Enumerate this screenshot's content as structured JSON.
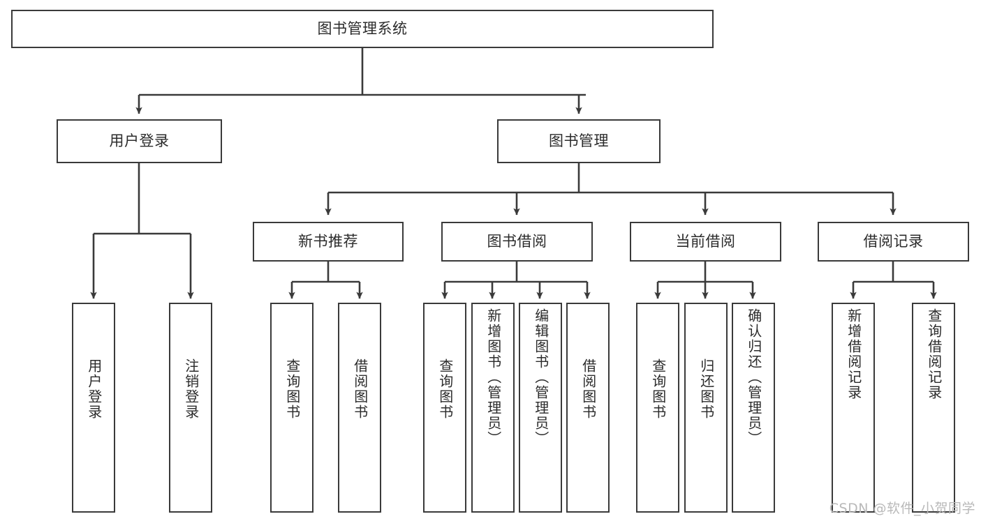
{
  "diagram": {
    "title": "图书管理系统",
    "type": "tree",
    "root": {
      "id": "root",
      "label": "图书管理系统"
    },
    "level1": [
      {
        "id": "user-login",
        "label": "用户登录"
      },
      {
        "id": "book-manage",
        "label": "图书管理"
      }
    ],
    "level2": [
      {
        "id": "new-book-rec",
        "label": "新书推荐",
        "parent": "book-manage"
      },
      {
        "id": "book-borrow",
        "label": "图书借阅",
        "parent": "book-manage"
      },
      {
        "id": "current-borrow",
        "label": "当前借阅",
        "parent": "book-manage"
      },
      {
        "id": "borrow-record",
        "label": "借阅记录",
        "parent": "book-manage"
      }
    ],
    "leaves": [
      {
        "id": "leaf-user-login",
        "label": "用户登录",
        "parent": "user-login"
      },
      {
        "id": "leaf-logout",
        "label": "注销登录",
        "parent": "user-login"
      },
      {
        "id": "leaf-query-book-1",
        "label": "查询图书",
        "parent": "new-book-rec"
      },
      {
        "id": "leaf-borrow-book-1",
        "label": "借阅图书",
        "parent": "new-book-rec"
      },
      {
        "id": "leaf-query-book-2",
        "label": "查询图书",
        "parent": "book-borrow"
      },
      {
        "id": "leaf-add-book",
        "label": "新增图书（管理员）",
        "parent": "book-borrow"
      },
      {
        "id": "leaf-edit-book",
        "label": "编辑图书（管理员）",
        "parent": "book-borrow"
      },
      {
        "id": "leaf-borrow-book-2",
        "label": "借阅图书",
        "parent": "book-borrow"
      },
      {
        "id": "leaf-query-book-3",
        "label": "查询图书",
        "parent": "current-borrow"
      },
      {
        "id": "leaf-return-book",
        "label": "归还图书",
        "parent": "current-borrow"
      },
      {
        "id": "leaf-confirm-return",
        "label": "确认归还（管理员）",
        "parent": "current-borrow"
      },
      {
        "id": "leaf-add-record",
        "label": "新增借阅记录",
        "parent": "borrow-record"
      },
      {
        "id": "leaf-query-record",
        "label": "查询借阅记录",
        "parent": "borrow-record"
      }
    ]
  },
  "watermark": {
    "text": "CSDN @软件_小贺同学"
  },
  "colors": {
    "stroke": "#3a3a3a",
    "text": "#2b2b2b",
    "background": "#ffffff",
    "watermark": "#b9b9b9"
  }
}
